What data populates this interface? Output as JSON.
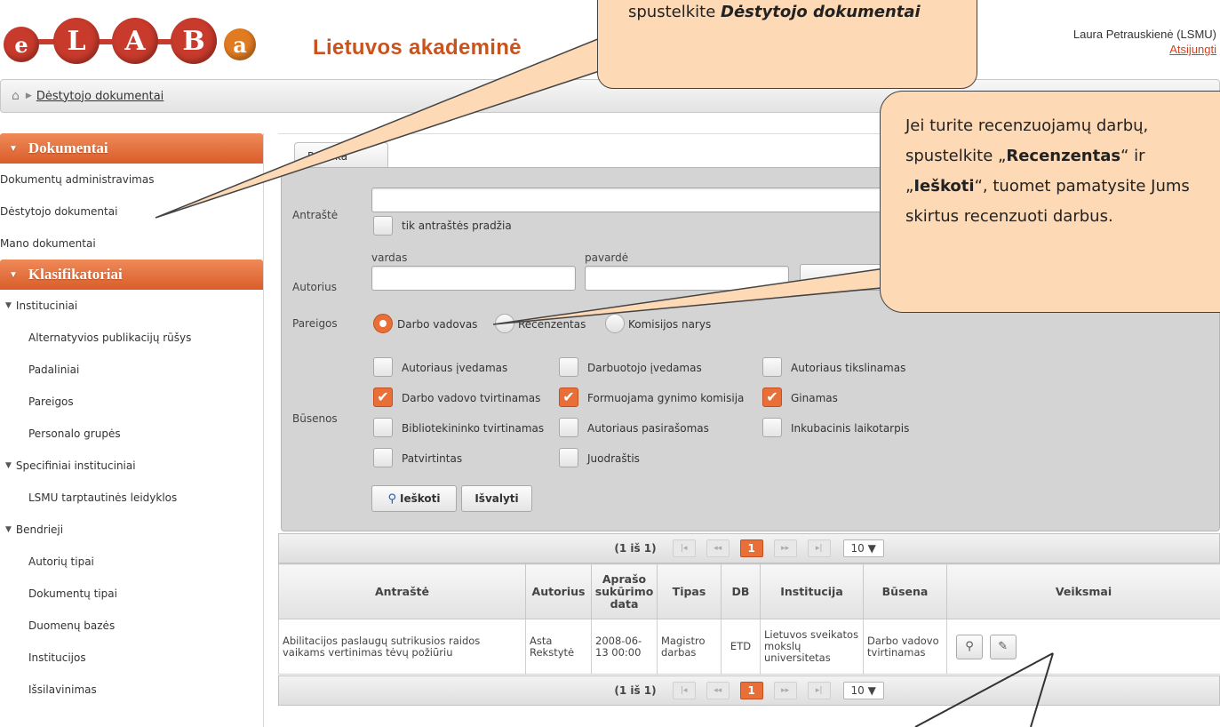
{
  "header": {
    "logo_letters": [
      "e",
      "L",
      "A",
      "B",
      "a"
    ],
    "site_title": "Lietuvos akademinė",
    "user_name": "Laura Petrauskienė (LSMU)",
    "logout": "Atsijungti"
  },
  "breadcrumb": {
    "home_icon": "home-icon",
    "current": "Dėstytojo dokumentai"
  },
  "sidebar": {
    "dokumentai_title": "Dokumentai",
    "dokumentai_items": [
      "Dokumentų administravimas",
      "Dėstytojo dokumentai",
      "Mano dokumentai"
    ],
    "klasifikatoriai_title": "Klasifikatoriai",
    "tree": {
      "instituciniai": "Instituciniai",
      "instituciniai_items": [
        "Alternatyvios publikacijų rūšys",
        "Padaliniai",
        "Pareigos",
        "Personalo grupės"
      ],
      "specifiniai": "Specifiniai instituciniai",
      "specifiniai_items": [
        "LSMU tarptautinės leidyklos"
      ],
      "bendrieji": "Bendrieji",
      "bendrieji_items": [
        "Autorių tipai",
        "Dokumentų tipai",
        "Duomenų bazės",
        "Institucijos",
        "Išsilavinimas"
      ]
    }
  },
  "search": {
    "tab_label": "Paieška",
    "antraste_label": "Antraštė",
    "tik_pradzia": "tik antraštės pradžia",
    "autorius_label": "Autorius",
    "vardas_label": "vardas",
    "pavarde_label": "pavardė",
    "pareigos_label": "Pareigos",
    "pareigos_options": [
      "Darbo vadovas",
      "Recenzentas",
      "Komisijos narys"
    ],
    "busenos_label": "Būsenos",
    "busenos": [
      {
        "label": "Autoriaus įvedamas",
        "checked": false
      },
      {
        "label": "Darbuotojo įvedamas",
        "checked": false
      },
      {
        "label": "Autoriaus tikslinamas",
        "checked": false
      },
      {
        "label": "Darbo vadovo tvirtinamas",
        "checked": true
      },
      {
        "label": "Formuojama gynimo komisija",
        "checked": true
      },
      {
        "label": "Ginamas",
        "checked": true
      },
      {
        "label": "Bibliotekininko tvirtinamas",
        "checked": false
      },
      {
        "label": "Autoriaus pasirašomas",
        "checked": false
      },
      {
        "label": "Inkubacinis laikotarpis",
        "checked": false
      },
      {
        "label": "Patvirtintas",
        "checked": false
      },
      {
        "label": "Juodraštis",
        "checked": false
      }
    ],
    "search_button": "Ieškoti",
    "clear_button": "Išvalyti"
  },
  "pager": {
    "count": "(1 iš 1)",
    "buttons": [
      "|◂",
      "◂◂",
      "1",
      "▸▸",
      "▸|"
    ],
    "page_size": "10 ▼"
  },
  "table": {
    "headers": [
      "Antraštė",
      "Autorius",
      "Aprašo sukūrimo data",
      "Tipas",
      "DB",
      "Institucija",
      "Būsena",
      "Veiksmai"
    ],
    "rows": [
      [
        "Abilitacijos paslaugų sutrikusios raidos vaikams vertinimas tėvų požiūriu",
        "Asta Rekstytė",
        "2008-06-13 00:00",
        "Magistro darbas",
        "ETD",
        "Lietuvos sveikatos mokslų universitetas",
        "Darbo vadovo tvirtinamas"
      ]
    ]
  },
  "callouts": {
    "top_prefix": "spustelkite ",
    "top_bold": "Dėstytojo dokumentai",
    "right_text_1": "Jei turite recenzuojamų darbų, spustelkite „",
    "right_bold_1": "Recenzentas",
    "right_text_2": "“ ir „",
    "right_bold_2": "Ieškoti",
    "right_text_3": "“, tuomet pamatysite Jums skirtus recenzuoti darbus."
  },
  "colors": {
    "accent_orange": "#e96f39",
    "title_orange": "#c9531f",
    "logo_red": "#c73a2c",
    "callout_fill": "#fdd9b5"
  }
}
